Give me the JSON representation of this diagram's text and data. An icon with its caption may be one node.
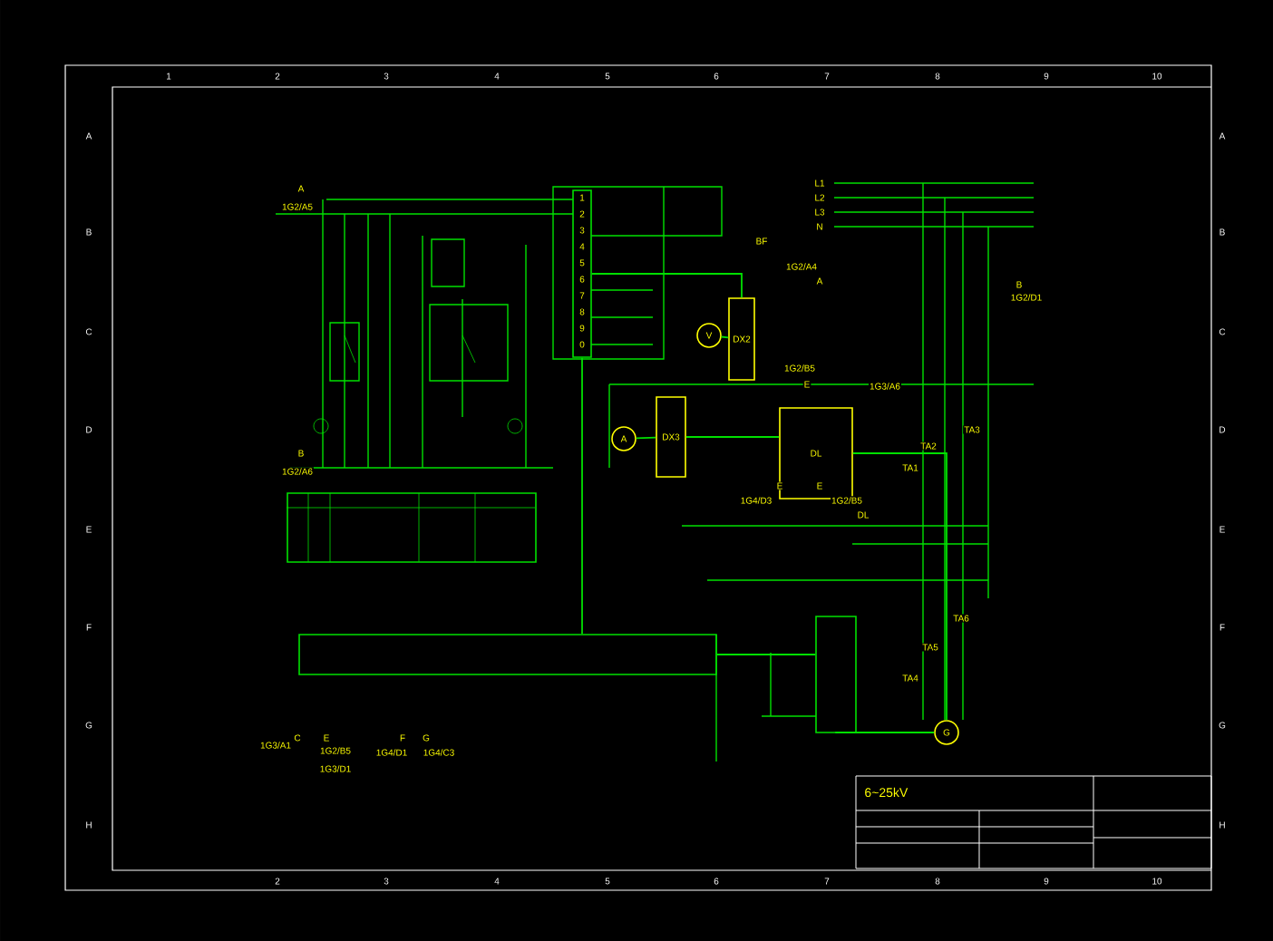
{
  "diagram": {
    "title": "6~25kV",
    "nodes": [
      {
        "text": [
          "1",
          "2",
          "3",
          "4",
          "5",
          "6",
          "7",
          "8",
          "9",
          "0"
        ]
      },
      {
        "text": [
          "DX2"
        ]
      },
      {
        "text": [
          "DX3"
        ]
      },
      {
        "text": [
          "DL"
        ]
      },
      {
        "text": [
          "G"
        ]
      },
      {
        "text": [
          "V"
        ]
      },
      {
        "text": [
          "A"
        ]
      },
      {
        "text": [],
        "shape": "box"
      },
      {
        "text": [],
        "shape": "box"
      },
      {
        "text": [],
        "shape": "box"
      }
    ],
    "edges": [
      {
        "from": 5,
        "to": 1,
        "arrow": "none"
      },
      {
        "from": 0,
        "to": 1,
        "arrow": "none"
      },
      {
        "from": 6,
        "to": 2,
        "arrow": "none"
      },
      {
        "from": 2,
        "to": 3,
        "arrow": "none"
      },
      {
        "from": 3,
        "to": 4,
        "arrow": "none"
      },
      {
        "from": 8,
        "to": 4,
        "arrow": "none"
      },
      {
        "from": 7,
        "to": 8,
        "arrow": "none"
      },
      {
        "from": 0,
        "to": 7,
        "arrow": "none"
      }
    ],
    "labels": [
      "1",
      "2",
      "3",
      "4",
      "5",
      "6",
      "7",
      "8",
      "9",
      "10",
      "2",
      "3",
      "4",
      "5",
      "6",
      "7",
      "8",
      "9",
      "10",
      "A",
      "B",
      "C",
      "D",
      "E",
      "F",
      "G",
      "H",
      "A",
      "B",
      "C",
      "D",
      "E",
      "F",
      "G",
      "H",
      "A",
      "1G2/A5",
      "B",
      "1G2/A6",
      "L1",
      "L2",
      "L3",
      "N",
      "BF",
      "1G2/A4",
      "A",
      "B",
      "1G2/D1",
      "1G2/B5",
      "E",
      "1G3/A6",
      "E",
      "1G4/D3",
      "E",
      "1G2/B5",
      "DL",
      "TA1",
      "TA2",
      "TA3",
      "TA4",
      "TA5",
      "TA6",
      "C",
      "1G3/A1",
      "E",
      "1G2/B5",
      "1G3/D1",
      "F",
      "1G4/D1",
      "G",
      "1G4/C3"
    ]
  }
}
